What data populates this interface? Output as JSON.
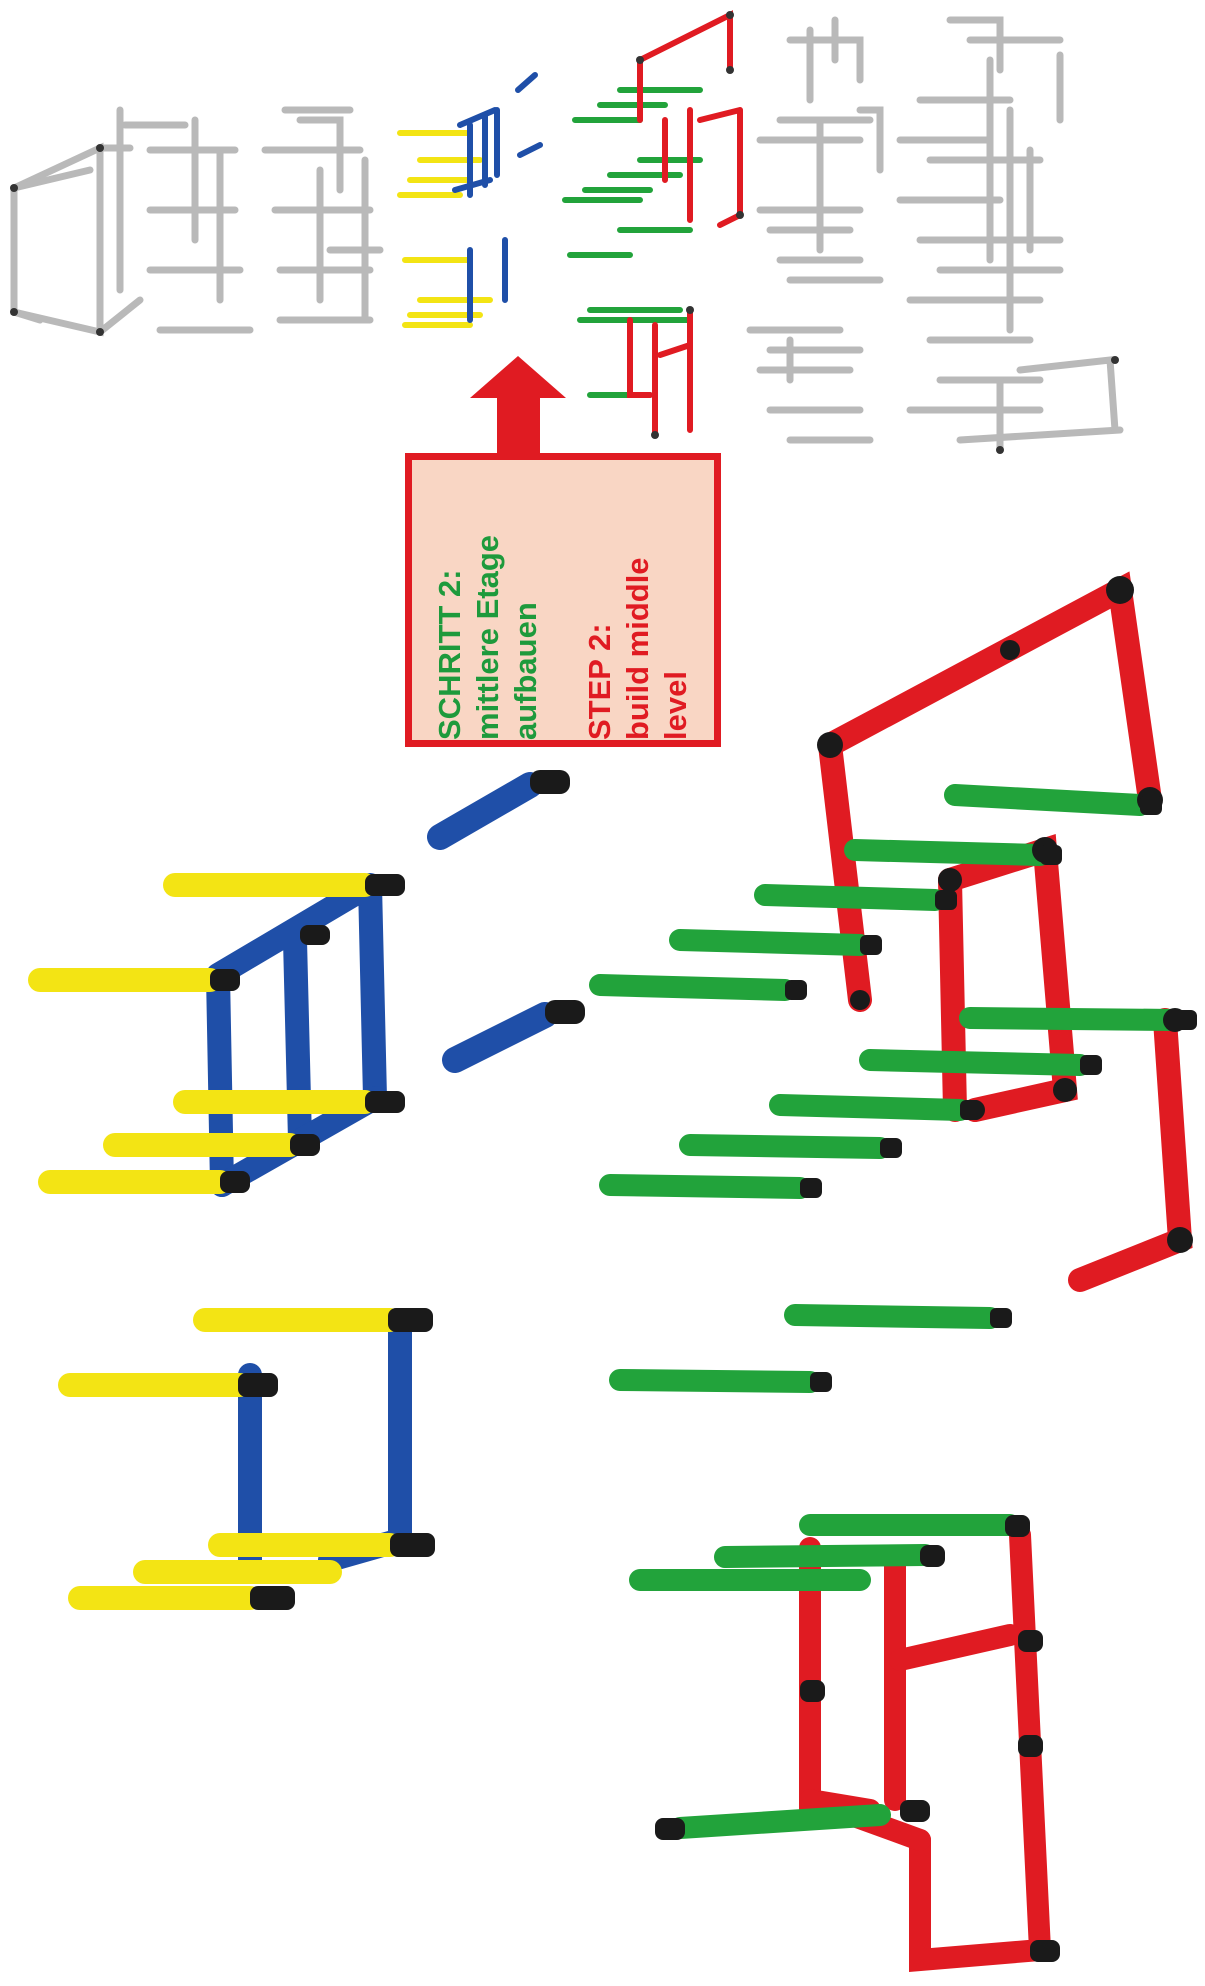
{
  "step": {
    "de_title": "SCHRITT 2:",
    "de_line1": "mittlere Etage",
    "de_line2": "aufbauen",
    "en_title": "STEP 2:",
    "en_line1": "build middle",
    "en_line2": "level"
  },
  "colors": {
    "red": "#e01b22",
    "green": "#22a33b",
    "blue": "#1f4fa8",
    "yellow": "#f3e414",
    "grey": "#b8b8b8",
    "connector": "#1a1a1a",
    "callout_fill": "#f9d6c4"
  },
  "icons": {
    "arrow": "up-arrow-icon"
  }
}
